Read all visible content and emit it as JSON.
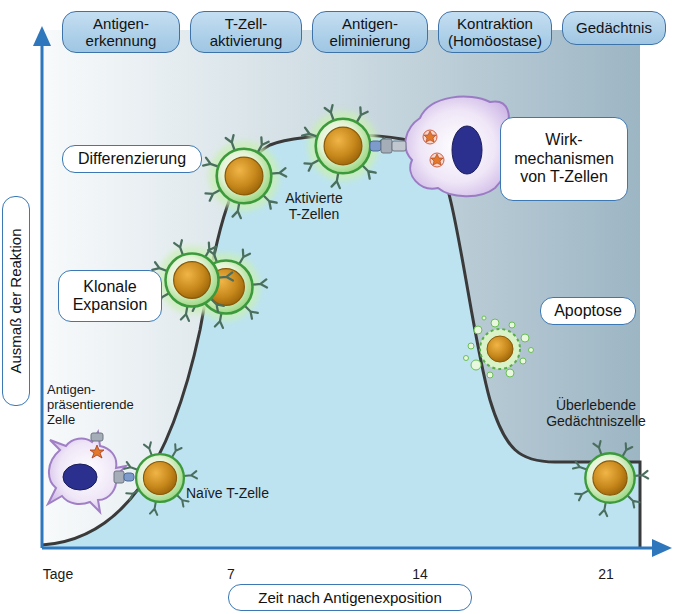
{
  "diagram": {
    "nodes": [
      {
        "text": [
          "Antigen- erkennung"
        ]
      },
      {
        "text": [
          "T-Zell- aktivierung"
        ]
      },
      {
        "text": [
          "Antigen- eliminierung"
        ]
      },
      {
        "text": [
          "Kontraktion (Homöostase)"
        ]
      },
      {
        "text": [
          "Gedächtnis"
        ]
      },
      {
        "text": [
          "Differenzierung"
        ]
      },
      {
        "text": [
          "Wirk- mechanismen von T-Zellen"
        ]
      },
      {
        "text": [
          "Klonale Expansion"
        ]
      },
      {
        "text": [
          "Apoptose"
        ]
      },
      {
        "text": [
          "Ausmaß der Reaktion"
        ]
      },
      {
        "text": [
          "Zeit nach Antigenexposition"
        ]
      }
    ],
    "labels": [
      "Aktivierte T-Zellen",
      "Antigen- präsentierende Zelle",
      "Naïve T-Zelle",
      "Überlebende Gedächtniszelle",
      "Tage",
      "7",
      "14",
      "21"
    ]
  }
}
